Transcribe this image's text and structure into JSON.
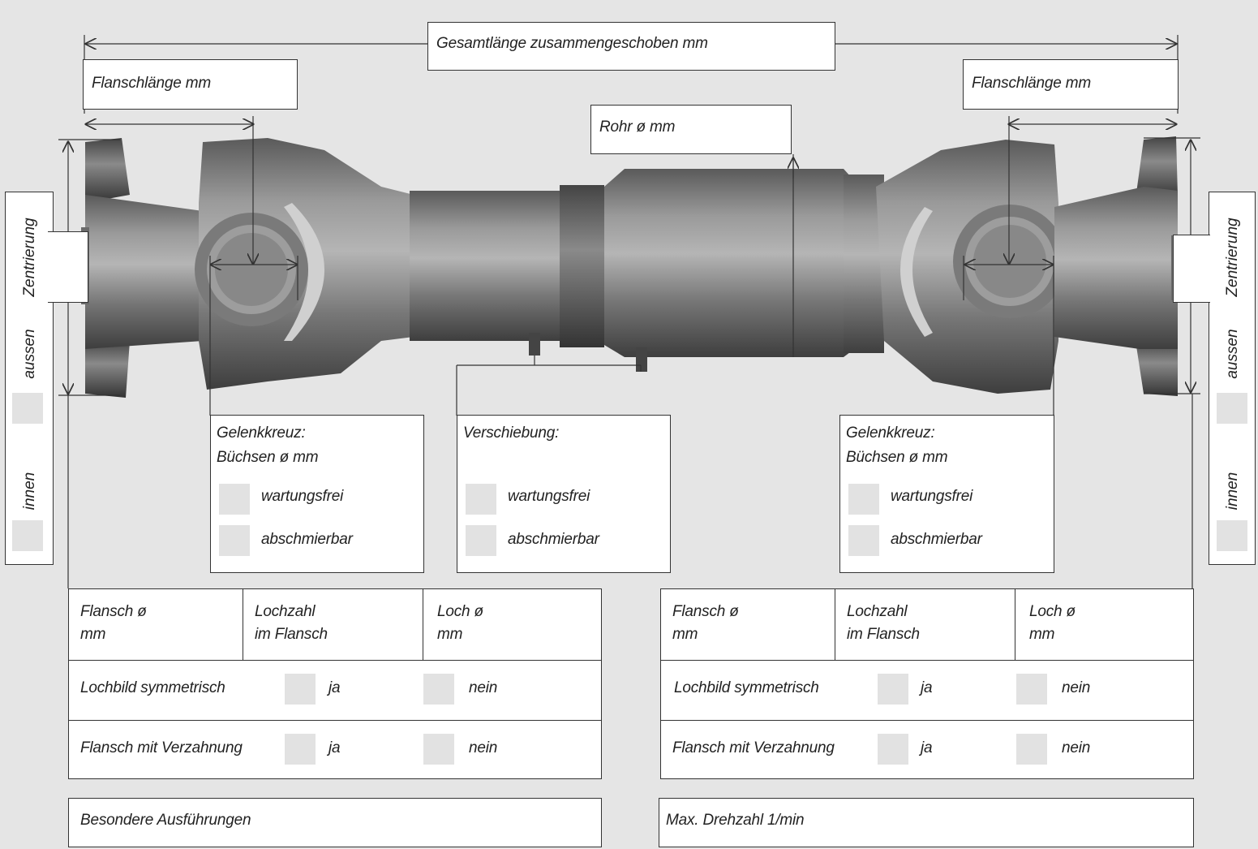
{
  "labels": {
    "total_length": "Gesamtlänge zusammengeschoben mm",
    "flange_length_left": "Flanschlänge mm",
    "flange_length_right": "Flanschlänge mm",
    "tube": "Rohr ø mm",
    "centering": "Zentrierung",
    "outer": "aussen",
    "inner": "innen"
  },
  "joint_left": {
    "title_1": "Gelenkkreuz:",
    "title_2": "Büchsen ø mm",
    "opt_1": "wartungsfrei",
    "opt_2": "abschmierbar"
  },
  "slide": {
    "title": "Verschiebung:",
    "opt_1": "wartungsfrei",
    "opt_2": "abschmierbar"
  },
  "joint_right": {
    "title_1": "Gelenkkreuz:",
    "title_2": "Büchsen ø mm",
    "opt_1": "wartungsfrei",
    "opt_2": "abschmierbar"
  },
  "flange_table_left": {
    "h1a": "Flansch ø",
    "h1b": "mm",
    "h2a": "Lochzahl",
    "h2b": "im Flansch",
    "h3a": "Loch ø",
    "h3b": "mm",
    "sym": "Lochbild symmetrisch",
    "teeth": "Flansch mit Verzahnung",
    "yes": "ja",
    "no": "nein"
  },
  "flange_table_right": {
    "h1a": "Flansch ø",
    "h1b": "mm",
    "h2a": "Lochzahl",
    "h2b": "im Flansch",
    "h3a": "Loch ø",
    "h3b": "mm",
    "sym": "Lochbild symmetrisch",
    "teeth": "Flansch mit Verzahnung",
    "yes": "ja",
    "no": "nein"
  },
  "special": "Besondere Ausführungen",
  "max_speed": "Max. Drehzahl 1/min",
  "colors": {
    "background": "#e5e5e5",
    "checkbox": "#e2e2e2",
    "line": "#333333"
  }
}
